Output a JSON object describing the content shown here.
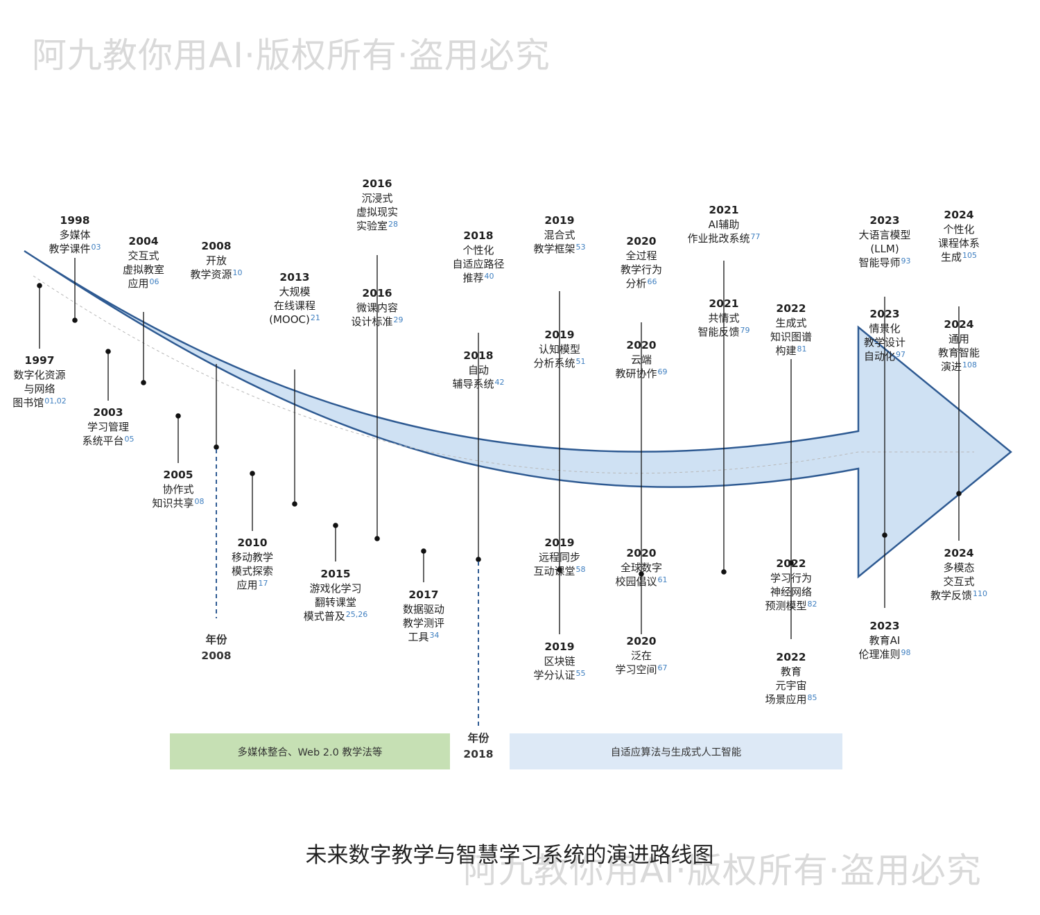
{
  "watermark": "阿九教你用AI·版权所有·盗用必究",
  "title": "未来数字教学与智慧学习系统的演进路线图",
  "eras": [
    {
      "label": "多媒体整合、Web 2.0 教学法等",
      "color": "#c6e0b4"
    },
    {
      "label": "自适应算法与生成式人工智能",
      "color": "#dde9f6"
    }
  ],
  "markers": [
    {
      "label": "年份",
      "year": "2008"
    },
    {
      "label": "年份",
      "year": "2018"
    }
  ],
  "colors": {
    "arrow_fill": "#cfe1f3",
    "arrow_stroke": "#2e5a92",
    "ref": "#3f7fc0",
    "dash": "#2e5a92"
  },
  "events": [
    {
      "year": "1997",
      "text": "数字化资源\n与网络\n图书馆",
      "ref": "01,02"
    },
    {
      "year": "1998",
      "text": "多媒体\n教学课件",
      "ref": "03"
    },
    {
      "year": "2003",
      "text": "学习管理\n系统平台",
      "ref": "05"
    },
    {
      "year": "2004",
      "text": "交互式\n虚拟教室\n应用",
      "ref": "06"
    },
    {
      "year": "2005",
      "text": "协作式\n知识共享",
      "ref": "08"
    },
    {
      "year": "2008",
      "text": "开放\n教学资源",
      "ref": "10"
    },
    {
      "year": "2010",
      "text": "移动教学\n模式探索\n应用",
      "ref": "17"
    },
    {
      "year": "2013",
      "text": "大规模\n在线课程\n(MOOC)",
      "ref": "21"
    },
    {
      "year": "2015",
      "text": "游戏化学习\n翻转课堂\n模式普及",
      "ref": "25,26"
    },
    {
      "year": "2016",
      "text": "沉浸式\n虚拟现实\n实验室",
      "ref": "28"
    },
    {
      "year": "2016",
      "text": "微课内容\n设计标准",
      "ref": "29"
    },
    {
      "year": "2017",
      "text": "数据驱动\n教学测评\n工具",
      "ref": "34"
    },
    {
      "year": "2018",
      "text": "个性化\n自适应路径\n推荐",
      "ref": "40"
    },
    {
      "year": "2018",
      "text": "自动\n辅导系统",
      "ref": "42"
    },
    {
      "year": "2019",
      "text": "混合式\n教学框架",
      "ref": "53"
    },
    {
      "year": "2019",
      "text": "认知模型\n分析系统",
      "ref": "51"
    },
    {
      "year": "2019",
      "text": "远程同步\n互动课堂",
      "ref": "58"
    },
    {
      "year": "2019",
      "text": "区块链\n学分认证",
      "ref": "55"
    },
    {
      "year": "2020",
      "text": "全过程\n教学行为\n分析",
      "ref": "66"
    },
    {
      "year": "2020",
      "text": "云端\n教研协作",
      "ref": "69"
    },
    {
      "year": "2020",
      "text": "全球数字\n校园倡议",
      "ref": "61"
    },
    {
      "year": "2020",
      "text": "泛在\n学习空间",
      "ref": "67"
    },
    {
      "year": "2021",
      "text": "AI辅助\n作业批改系统",
      "ref": "77"
    },
    {
      "year": "2021",
      "text": "共情式\n智能反馈",
      "ref": "79"
    },
    {
      "year": "2022",
      "text": "生成式\n知识图谱\n构建",
      "ref": "81"
    },
    {
      "year": "2022",
      "text": "学习行为\n神经网络\n预测模型",
      "ref": "82"
    },
    {
      "year": "2022",
      "text": "教育\n元宇宙\n场景应用",
      "ref": "85"
    },
    {
      "year": "2023",
      "text": "大语言模型\n(LLM)\n智能导师",
      "ref": "93"
    },
    {
      "year": "2023",
      "text": "情景化\n教学设计\n自动化",
      "ref": "97"
    },
    {
      "year": "2023",
      "text": "教育AI\n伦理准则",
      "ref": "98"
    },
    {
      "year": "2024",
      "text": "个性化\n课程体系\n生成",
      "ref": "105"
    },
    {
      "year": "2024",
      "text": "通用\n教育智能\n演进",
      "ref": "108"
    },
    {
      "year": "2024",
      "text": "多模态\n交互式\n教学反馈",
      "ref": "110"
    }
  ]
}
